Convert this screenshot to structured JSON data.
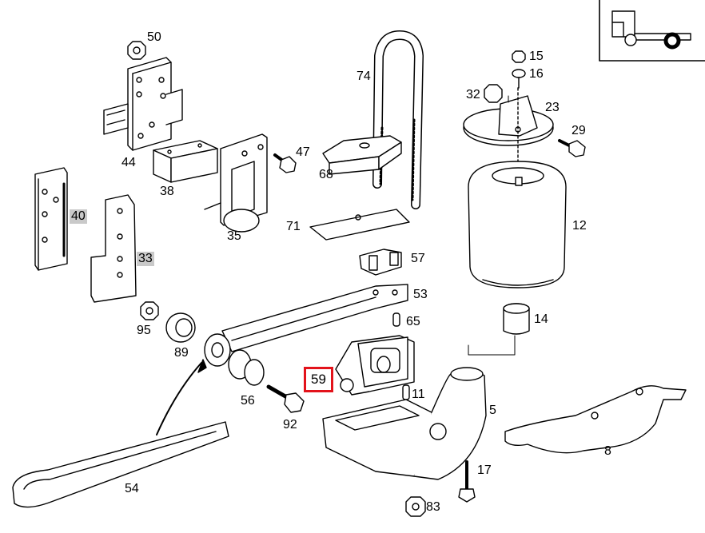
{
  "diagram": {
    "parts": [
      {
        "id": "p50",
        "label": "50"
      },
      {
        "id": "p44",
        "label": "44"
      },
      {
        "id": "p38",
        "label": "38"
      },
      {
        "id": "p35",
        "label": "35"
      },
      {
        "id": "p47",
        "label": "47"
      },
      {
        "id": "p68",
        "label": "68"
      },
      {
        "id": "p74",
        "label": "74"
      },
      {
        "id": "p15",
        "label": "15"
      },
      {
        "id": "p16",
        "label": "16"
      },
      {
        "id": "p32",
        "label": "32"
      },
      {
        "id": "p23",
        "label": "23"
      },
      {
        "id": "p29",
        "label": "29"
      },
      {
        "id": "p12",
        "label": "12"
      },
      {
        "id": "p40",
        "label": "40"
      },
      {
        "id": "p33",
        "label": "33"
      },
      {
        "id": "p71",
        "label": "71"
      },
      {
        "id": "p57",
        "label": "57"
      },
      {
        "id": "p53",
        "label": "53"
      },
      {
        "id": "p95",
        "label": "95"
      },
      {
        "id": "p89",
        "label": "89"
      },
      {
        "id": "p65",
        "label": "65"
      },
      {
        "id": "p14",
        "label": "14"
      },
      {
        "id": "p59",
        "label": "59"
      },
      {
        "id": "p56",
        "label": "56"
      },
      {
        "id": "p11",
        "label": "11"
      },
      {
        "id": "p92",
        "label": "92"
      },
      {
        "id": "p5",
        "label": "5"
      },
      {
        "id": "p8",
        "label": "8"
      },
      {
        "id": "p54",
        "label": "54"
      },
      {
        "id": "p17",
        "label": "17"
      },
      {
        "id": "p83",
        "label": "83"
      }
    ],
    "highlighted_part": "59",
    "shaded_parts": [
      "40",
      "33"
    ],
    "colors": {
      "highlight_border": "#e3131b",
      "shaded_bg": "#c9c9c9",
      "line": "#000000"
    }
  }
}
